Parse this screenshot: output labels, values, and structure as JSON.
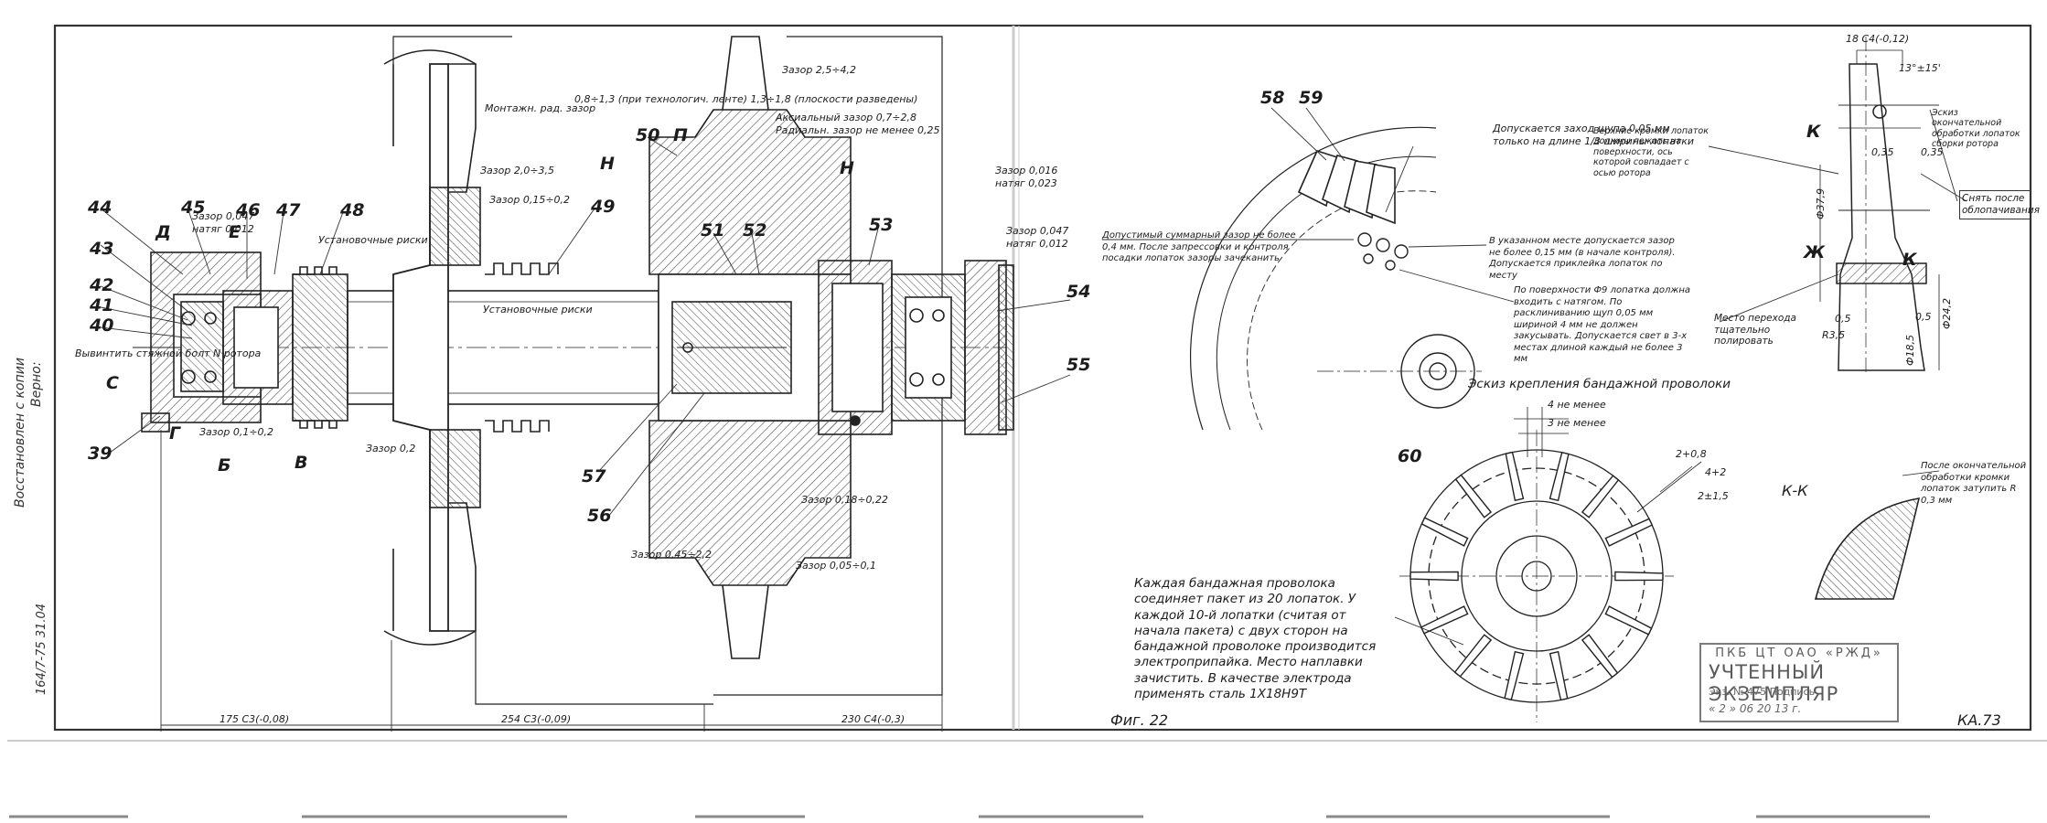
{
  "sheet": {
    "figure_label": "Фиг. 22",
    "sheet_code": "КА.73",
    "side_note": "Восстановлен с копии",
    "side_note_2": "Верно:",
    "side_code": "164/7-75    31.04"
  },
  "stamp": {
    "org": "ПКБ ЦТ ОАО «РЖД»",
    "title": "УЧТЕННЫЙ ЭКЗЕМПЛЯР",
    "line3": "Экз. № 475  Подпись",
    "line4": "« 2 »   06   20 13 г."
  },
  "callouts": [
    "44",
    "45",
    "46",
    "47",
    "48",
    "43",
    "42",
    "41",
    "40",
    "39",
    "49",
    "50",
    "51",
    "52",
    "53",
    "54",
    "55",
    "56",
    "57",
    "58",
    "59",
    "60"
  ],
  "letters": [
    "Д",
    "Е",
    "С",
    "Г",
    "Б",
    "В",
    "Н",
    "П",
    "Н",
    "К",
    "Ж",
    "К"
  ],
  "notes": {
    "gap_assembly": "Монтажн. рад. зазор",
    "gap_values": "0,8÷1,3 (при технологич. ленте) 1,3÷1,8 (плоскости разведены)",
    "gap_25_42": "Зазор 2,5÷4,2",
    "axial_gap": "Аксиальный зазор 0,7÷2,8",
    "radial_gap": "Радиальн. зазор не менее 0,25",
    "gap_2_35": "Зазор 2,0÷3,5",
    "gap_015_02": "Зазор 0,15÷0,2",
    "gap_016": "Зазор 0,016",
    "gap_047": "Зазор 0,047",
    "tension_012": "натяг 0,012",
    "tension_023": "натяг 0,023",
    "install_risks": "Установочные риски",
    "install_risks_2": "Установочные риски",
    "gap_01_02": "Зазор 0,1÷0,2",
    "gap_045_22": "Зазор 0,45÷2,2",
    "gap_005": "Зазор 0,05÷0,1",
    "gap_018_022": "Зазор 0,18÷0,22",
    "gap_02": "Зазор 0,2",
    "install_key": "Вывинтить стяжной болт N ротора",
    "allowed_gap": "Допускается заход щупа 0,05 мм только на длине 1/3 ширины лопатки",
    "total_gap": "Допустимый суммарный зазор не более 0,4 мм. После запрессовки и контроля посадки лопаток зазоры зачеканить",
    "place_gap": "В указанном месте допускается зазор не более 0,15 мм (в начале контроля). Допускается приклейка лопаток по месту",
    "surface_note": "По поверхности Ф9 лопатка должна входить с натягом. По расклиниванию щуп 0,05 мм шириной 4 мм не должен закусывать. Допускается свет в 3-х местах длиной каждый не более 3 мм",
    "wire_sketch": "Эскиз крепления бандажной проволоки",
    "min4": "4 не менее",
    "min3": "3 не менее",
    "wire_text": "Каждая бандажная проволока соединяет пакет из 20 лопаток. У каждой 10-й лопатки (считая от начала пакета) с двух сторон на бандажной проволоке производится электроприпайка. Место наплавки зачистить. В качестве электрода применять сталь 1Х18Н9Т",
    "upper_edges": "Верхние кромки лопаток должны лежать на поверхности, ось которой совпадает с осью ротора",
    "sketch_final": "Эскиз окончательной обработки лопаток сборки ротора",
    "remove_after": "Снять после облопачивания",
    "transition": "Место перехода тщательно полировать",
    "after_final": "После окончательной обработки кромки лопаток затупить R 0,3 мм",
    "section_kk": "К-К",
    "dim_175": "175 С3(-0,08)",
    "dim_254": "254 С3(-0,09)",
    "dim_230": "230 С4(-0,3)",
    "dim_r35": "R3,5",
    "dim_d185": "Ф18,5",
    "dim_d24": "Ф24,2",
    "dim_05": "0,5",
    "dim_035": "0,35",
    "dim_d379": "Ф37,9",
    "dim_2_8": "2+0,8",
    "dim_4_2": "4+2",
    "dim_2_15": "2±1,5",
    "dim_angle": "13°±15'",
    "dim_18": "18 С4(-0,12)"
  }
}
